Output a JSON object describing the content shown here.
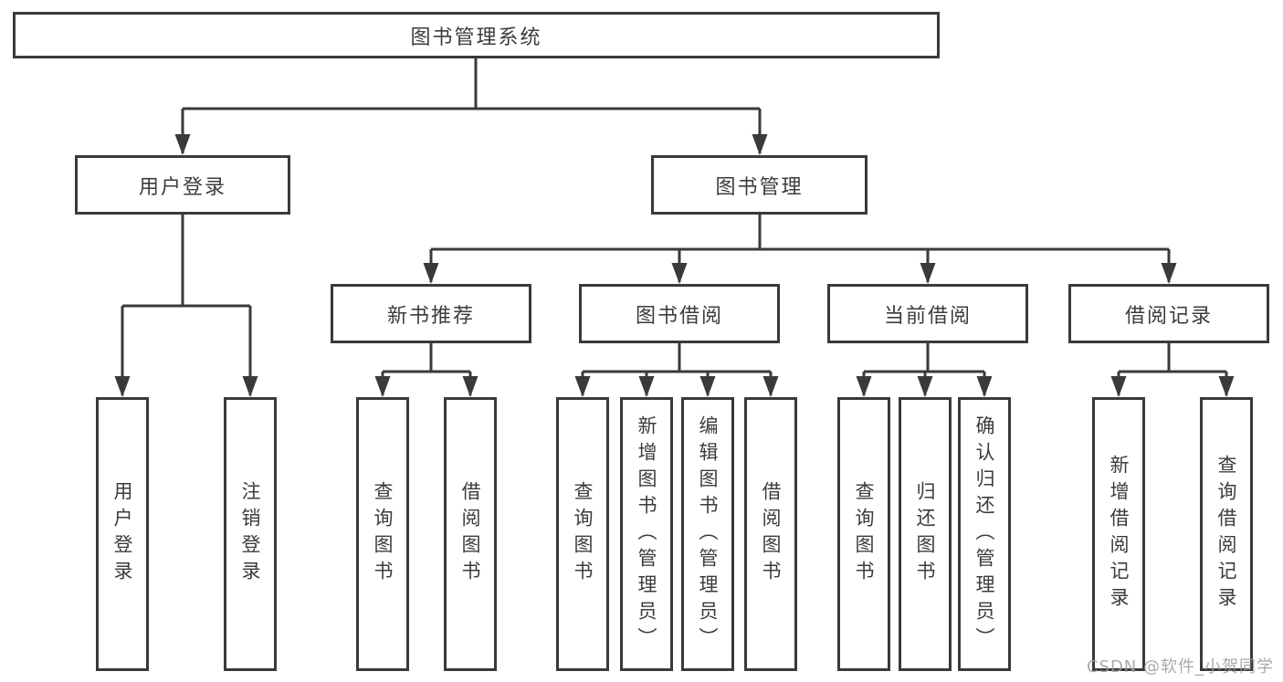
{
  "tree": {
    "label": "图书管理系统",
    "children": [
      {
        "label": "用户登录",
        "children": [
          {
            "label": "用户登录"
          },
          {
            "label": "注销登录"
          }
        ]
      },
      {
        "label": "图书管理",
        "children": [
          {
            "label": "新书推荐",
            "children": [
              {
                "label": "查询图书"
              },
              {
                "label": "借阅图书"
              }
            ]
          },
          {
            "label": "图书借阅",
            "children": [
              {
                "label": "查询图书"
              },
              {
                "label": "新增图书（管理员）"
              },
              {
                "label": "编辑图书（管理员）"
              },
              {
                "label": "借阅图书"
              }
            ]
          },
          {
            "label": "当前借阅",
            "children": [
              {
                "label": "查询图书"
              },
              {
                "label": "归还图书"
              },
              {
                "label": "确认归还（管理员）"
              }
            ]
          },
          {
            "label": "借阅记录",
            "children": [
              {
                "label": "新增借阅记录"
              },
              {
                "label": "查询借阅记录"
              }
            ]
          }
        ]
      }
    ]
  },
  "watermark": {
    "text": "CSDN @软件_小贺同学"
  },
  "style": {
    "line_color": "#3a3a3a",
    "box_border_color": "#3a3a3a",
    "text_color": "#3c3c3c",
    "background_color": "#ffffff",
    "watermark_color": "#9e9e9e"
  }
}
